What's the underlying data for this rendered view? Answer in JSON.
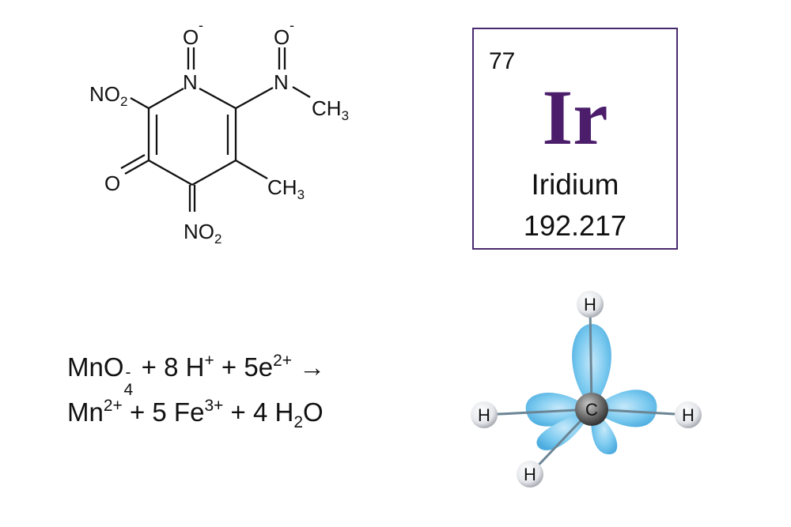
{
  "structure": {
    "labels": {
      "o_top_ring": "O",
      "o_top_side": "O",
      "charge": "-",
      "n_ring": "N",
      "n_side": "N",
      "ch3_side": "CH",
      "ch3_sub": "3",
      "ch3_ring": "CH",
      "ch3_ring_sub": "3",
      "o_keto": "O",
      "no2_left": "NO",
      "no2_left_sub": "2",
      "no2_bottom": "NO",
      "no2_bottom_sub": "2"
    }
  },
  "element_card": {
    "atomic_number": "77",
    "symbol": "Ir",
    "name": "Iridium",
    "atomic_mass": "192.217",
    "border_color": "#4a2a6e",
    "symbol_color": "#4b1d6b"
  },
  "equation": {
    "line1": {
      "a": "MnO",
      "a_sub": "4",
      "a_sup": "-",
      "b": " + 8 H",
      "b_sup": "+",
      "c": " + 5e",
      "c_sup": "2+",
      "arrow": " →"
    },
    "line2": {
      "a": "Mn",
      "a_sup": "2+",
      "b": " + 5 Fe",
      "b_sup": "3+",
      "c": " + 4 H",
      "c_sub": "2",
      "d": "O"
    }
  },
  "methane": {
    "center": "C",
    "h_top": "H",
    "h_left": "H",
    "h_right": "H",
    "h_bottom": "H",
    "lobe_color": "#6cc4ee"
  }
}
